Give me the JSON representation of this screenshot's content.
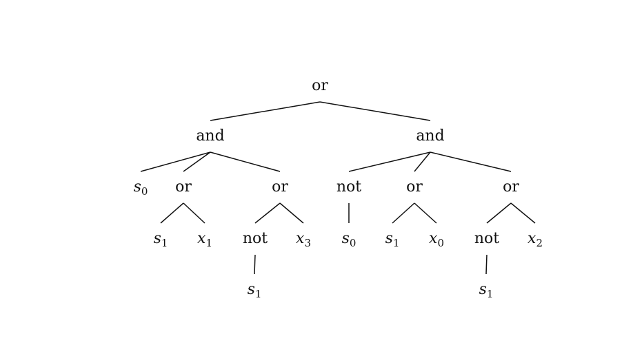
{
  "tree": {
    "nodes": [
      {
        "id": "root",
        "kind": "op",
        "label": "or"
      },
      {
        "id": "and-left",
        "kind": "op",
        "label": "and"
      },
      {
        "id": "and-right",
        "kind": "op",
        "label": "and"
      },
      {
        "id": "leaf-s0-a",
        "kind": "var",
        "base": "s",
        "sub": "0"
      },
      {
        "id": "or-a",
        "kind": "op",
        "label": "or"
      },
      {
        "id": "or-b",
        "kind": "op",
        "label": "or"
      },
      {
        "id": "not-a",
        "kind": "op",
        "label": "not"
      },
      {
        "id": "or-c",
        "kind": "op",
        "label": "or"
      },
      {
        "id": "or-d",
        "kind": "op",
        "label": "or"
      },
      {
        "id": "leaf-s1-a",
        "kind": "var",
        "base": "s",
        "sub": "1"
      },
      {
        "id": "leaf-x1",
        "kind": "var",
        "base": "x",
        "sub": "1"
      },
      {
        "id": "not-b",
        "kind": "op",
        "label": "not"
      },
      {
        "id": "leaf-x3",
        "kind": "var",
        "base": "x",
        "sub": "3"
      },
      {
        "id": "leaf-s0-b",
        "kind": "var",
        "base": "s",
        "sub": "0"
      },
      {
        "id": "leaf-s1-b",
        "kind": "var",
        "base": "s",
        "sub": "1"
      },
      {
        "id": "leaf-x0",
        "kind": "var",
        "base": "x",
        "sub": "0"
      },
      {
        "id": "not-c",
        "kind": "op",
        "label": "not"
      },
      {
        "id": "leaf-x2",
        "kind": "var",
        "base": "x",
        "sub": "2"
      },
      {
        "id": "leaf-s1-c",
        "kind": "var",
        "base": "s",
        "sub": "1"
      },
      {
        "id": "leaf-s1-d",
        "kind": "var",
        "base": "s",
        "sub": "1"
      }
    ],
    "edges": [
      [
        "root",
        "and-left"
      ],
      [
        "root",
        "and-right"
      ],
      [
        "and-left",
        "leaf-s0-a"
      ],
      [
        "and-left",
        "or-a"
      ],
      [
        "and-left",
        "or-b"
      ],
      [
        "and-right",
        "not-a"
      ],
      [
        "and-right",
        "or-c"
      ],
      [
        "and-right",
        "or-d"
      ],
      [
        "or-a",
        "leaf-s1-a"
      ],
      [
        "or-a",
        "leaf-x1"
      ],
      [
        "or-b",
        "not-b"
      ],
      [
        "or-b",
        "leaf-x3"
      ],
      [
        "not-a",
        "leaf-s0-b"
      ],
      [
        "or-c",
        "leaf-s1-b"
      ],
      [
        "or-c",
        "leaf-x0"
      ],
      [
        "or-d",
        "not-c"
      ],
      [
        "or-d",
        "leaf-x2"
      ],
      [
        "not-b",
        "leaf-s1-c"
      ],
      [
        "not-c",
        "leaf-s1-d"
      ]
    ]
  }
}
